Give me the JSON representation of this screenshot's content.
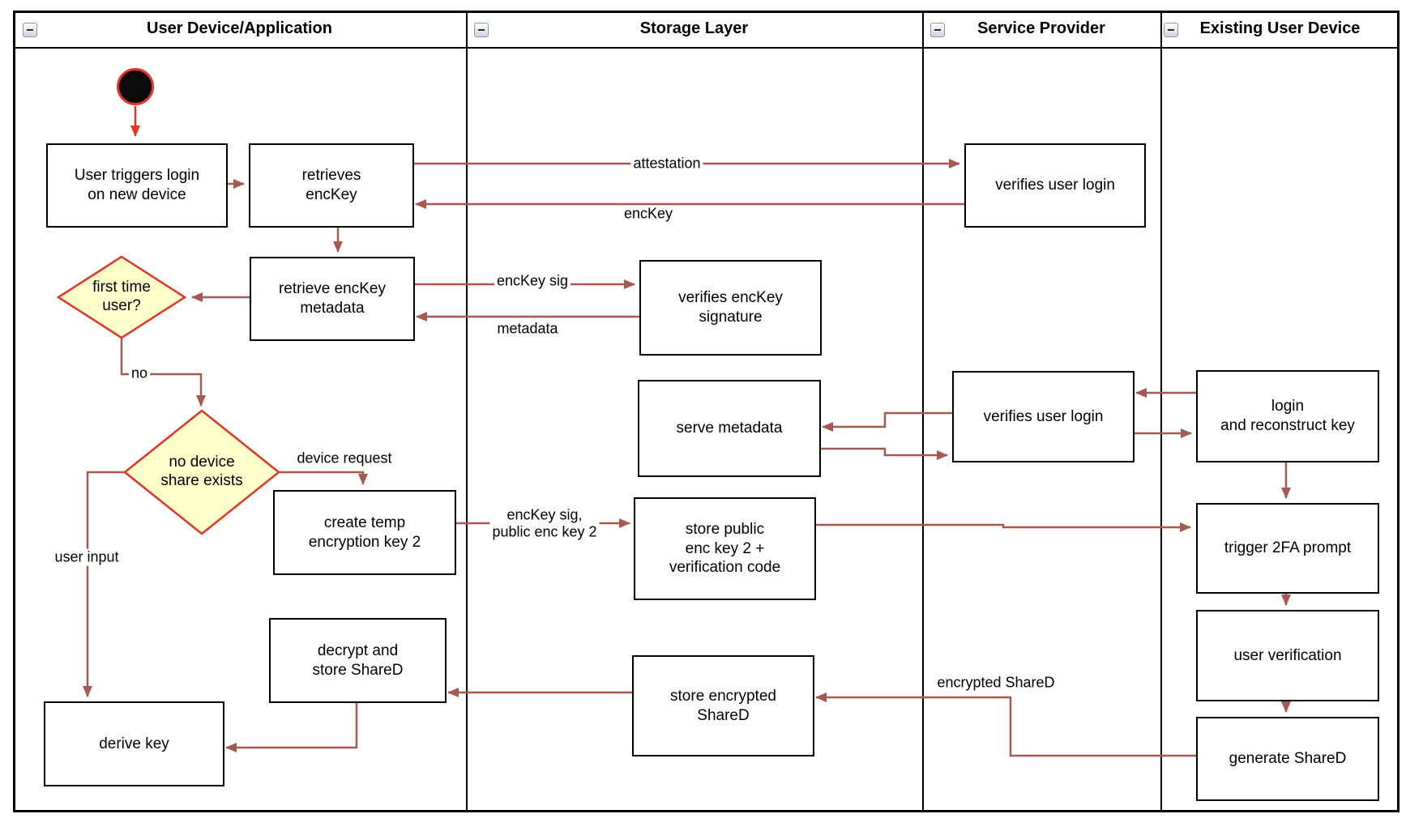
{
  "diagram": {
    "lanes": [
      {
        "title": "User Device/Application"
      },
      {
        "title": "Storage Layer"
      },
      {
        "title": "Service Provider"
      },
      {
        "title": "Existing User Device"
      }
    ],
    "nodes": {
      "user_triggers": {
        "label": "User triggers login\non new device"
      },
      "retrieves_enckey": {
        "label": "retrieves\nencKey"
      },
      "retrieve_metadata": {
        "label": "retrieve encKey\nmetadata"
      },
      "first_time": {
        "label": "first time\nuser?"
      },
      "no_share": {
        "label": "no device\nshare exists"
      },
      "create_temp": {
        "label": "create temp\nencryption key 2"
      },
      "decrypt_store": {
        "label": "decrypt and\nstore ShareD"
      },
      "derive_key": {
        "label": "derive key"
      },
      "verifies_sig": {
        "label": "verifies encKey\nsignature"
      },
      "serve_metadata": {
        "label": "serve metadata"
      },
      "store_public": {
        "label": "store public\nenc key 2 +\nverification code"
      },
      "store_encrypted": {
        "label": "store encrypted\nShareD"
      },
      "verifies_login_top": {
        "label": "verifies user login"
      },
      "verifies_login_mid": {
        "label": "verifies user login"
      },
      "login_reconstruct": {
        "label": "login\nand reconstruct key"
      },
      "trigger_2fa": {
        "label": "trigger 2FA prompt"
      },
      "user_verification": {
        "label": "user verification"
      },
      "generate_shared": {
        "label": "generate ShareD"
      }
    },
    "edge_labels": {
      "attestation": "attestation",
      "enckey": "encKey",
      "enckey_sig": "encKey sig",
      "metadata": "metadata",
      "no": "no",
      "device_request": "device request",
      "enckey_sig_public": "encKey sig,\npublic enc key 2",
      "user_input": "user input",
      "encrypted_shared": "encrypted ShareD"
    },
    "colors": {
      "flow_arrow": "#A6594F",
      "highlight_red": "#EA3223",
      "decision_fill": "#FFFFCC",
      "node_border": "#000000"
    }
  }
}
